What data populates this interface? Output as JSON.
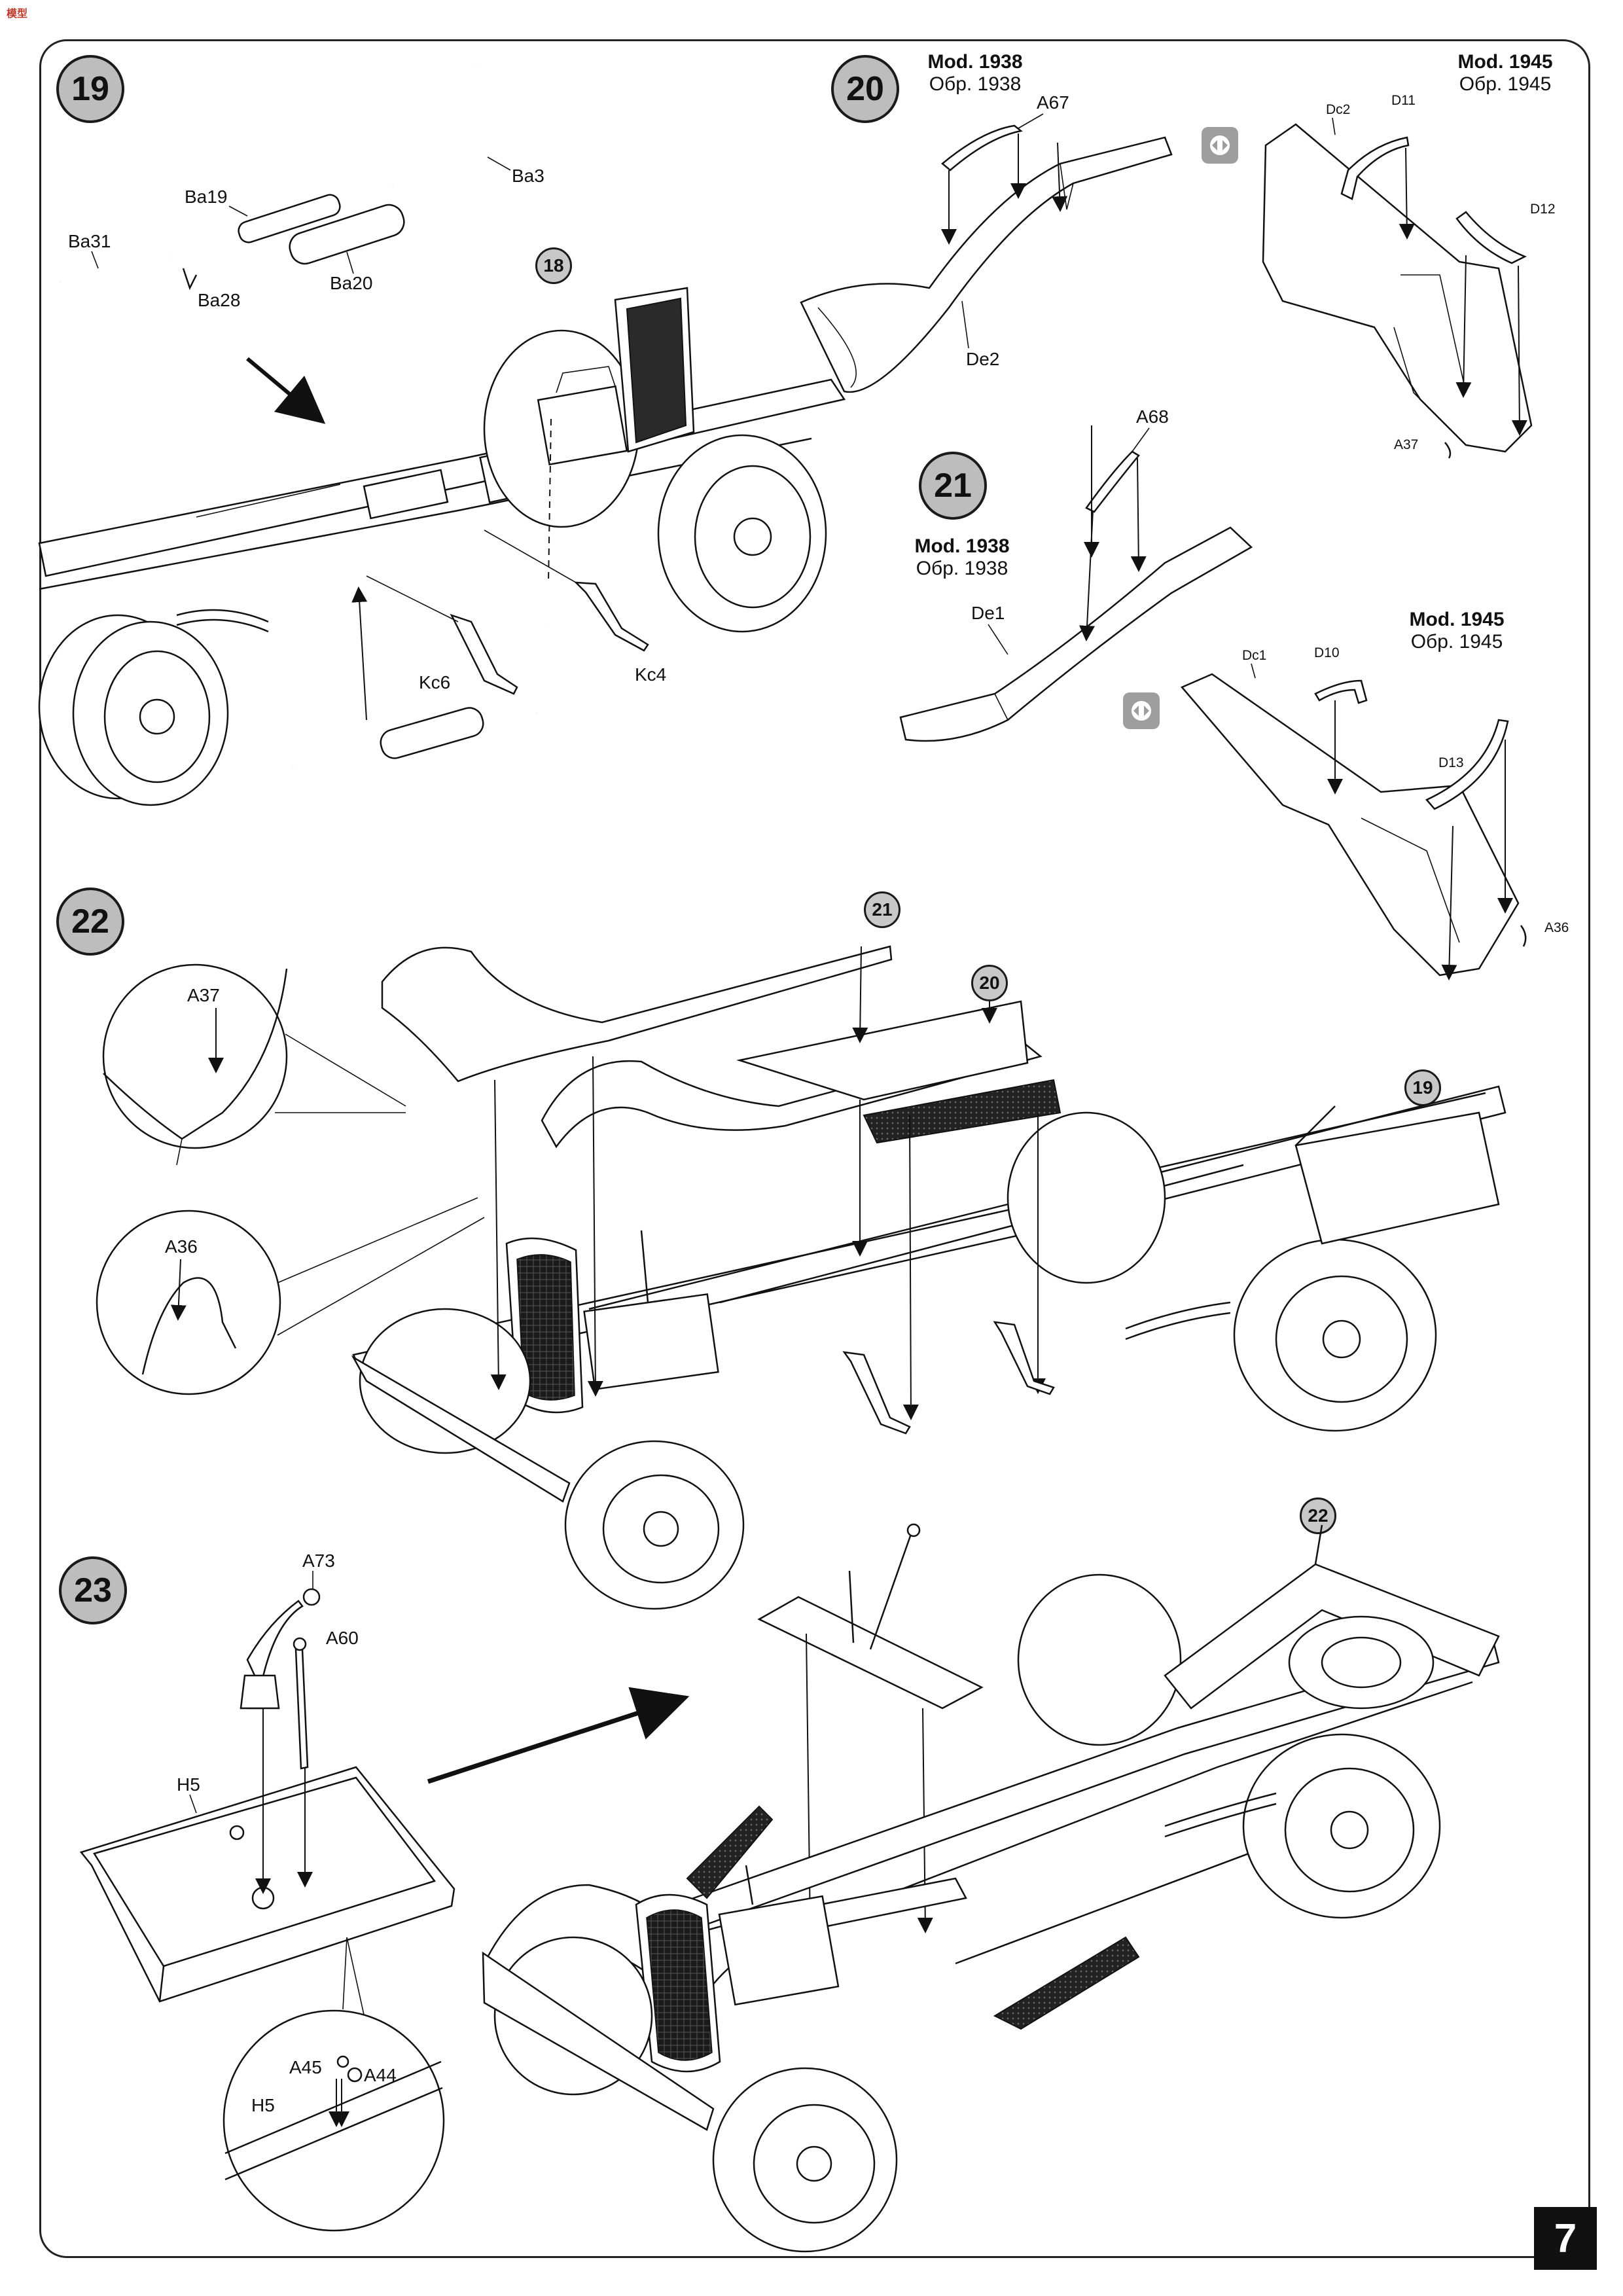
{
  "page": {
    "number": "7"
  },
  "steps": {
    "s19": "19",
    "s20": "20",
    "s21": "21",
    "s22": "22",
    "s23": "23"
  },
  "refs": {
    "r18": "18",
    "r21": "21",
    "r20": "20",
    "r19": "19",
    "r22": "22"
  },
  "modifications": {
    "s20_1938": {
      "en": "Mod. 1938",
      "ru": "Обр. 1938"
    },
    "s20_1945": {
      "en": "Mod. 1945",
      "ru": "Обр. 1945"
    },
    "s21_1938": {
      "en": "Mod. 1938",
      "ru": "Обр. 1938"
    },
    "s21_1945": {
      "en": "Mod. 1945",
      "ru": "Обр. 1945"
    }
  },
  "parts": {
    "ba3": "Ba3",
    "ba19": "Ba19",
    "ba31": "Ba31",
    "ba28": "Ba28",
    "ba20": "Ba20",
    "kc6": "Kc6",
    "kc4": "Kc4",
    "a67": "A67",
    "de2": "De2",
    "dc2": "Dc2",
    "d11": "D11",
    "d12": "D12",
    "a37_20": "A37",
    "a68": "A68",
    "de1": "De1",
    "dc1": "Dc1",
    "d10": "D10",
    "d13": "D13",
    "a36_21": "A36",
    "a37_22": "A37",
    "a36_22": "A36",
    "a73": "A73",
    "a60": "A60",
    "h5": "H5",
    "a45": "A45",
    "a44": "A44",
    "h5_detail": "H5"
  },
  "icons": {
    "alternative": "alt-option-icon"
  }
}
